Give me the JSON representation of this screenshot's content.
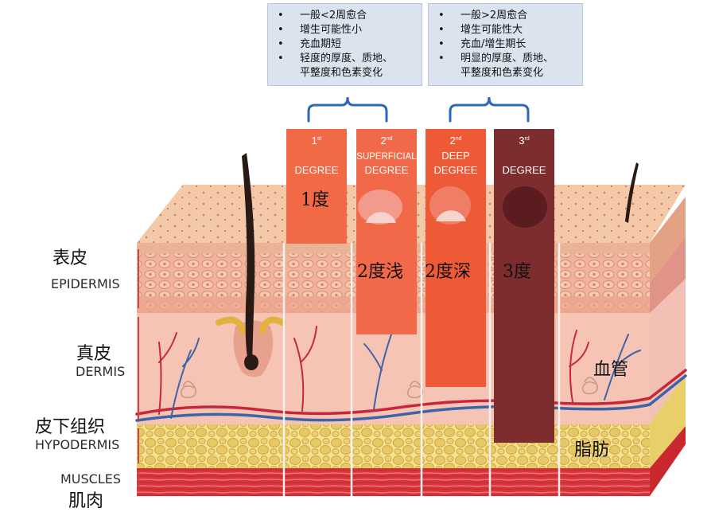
{
  "callouts": {
    "left": [
      "一般<2周愈合",
      "增生可能性小",
      "充血期短",
      "轻度的厚度、质地、",
      "平整度和色素变化"
    ],
    "right": [
      "一般>2周愈合",
      "增生可能性大",
      "充血/增生期长",
      "明显的厚度、质地、",
      "平整度和色素变化"
    ]
  },
  "degrees": [
    {
      "num": "1",
      "sup": "st",
      "line1": "",
      "line2": "DEGREE",
      "cn": "1度"
    },
    {
      "num": "2",
      "sup": "nd",
      "line1": "SUPERFICIAL",
      "line2": "DEGREE",
      "cn": "2度浅"
    },
    {
      "num": "2",
      "sup": "nd",
      "line1": "DEEP",
      "line2": "DEGREE",
      "cn": "2度深"
    },
    {
      "num": "3",
      "sup": "rd",
      "line1": "",
      "line2": "DEGREE",
      "cn": "3度"
    }
  ],
  "layers": {
    "epidermis": {
      "cn": "表皮",
      "en": "EPIDERMIS"
    },
    "dermis": {
      "cn": "真皮",
      "en": "DERMIS"
    },
    "hypodermis": {
      "cn": "皮下组织",
      "en": "HYPODERMIS"
    },
    "muscles": {
      "cn": "肌肉",
      "en": "MUSCLES"
    }
  },
  "structures": {
    "vessel": "血管",
    "fat": "脂肪"
  },
  "colors": {
    "degree1": "#f26a45",
    "degree2s": "#f2694a",
    "degree2d": "#ef5a36",
    "degree3": "#7e2d2f",
    "callout_bg": "#dbe3ef",
    "brace": "#2f66b8"
  }
}
